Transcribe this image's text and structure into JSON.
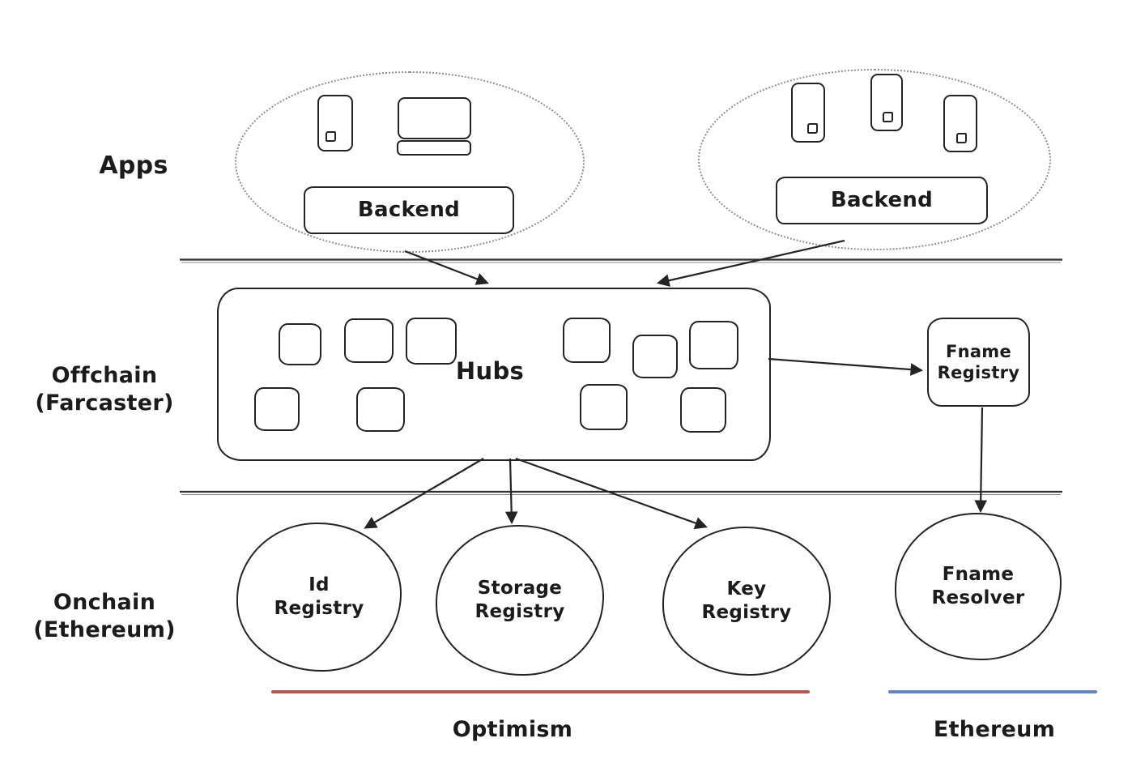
{
  "title": "Farcaster architecture diagram",
  "layers": {
    "apps": {
      "label": "Apps"
    },
    "offchain": {
      "line1": "Offchain",
      "line2": "(Farcaster)"
    },
    "onchain": {
      "line1": "Onchain",
      "line2": "(Ethereum)"
    }
  },
  "apps_section": {
    "left_group": {
      "backend_label": "Backend",
      "devices": [
        "phone-icon",
        "monitor-icon"
      ]
    },
    "right_group": {
      "backend_label": "Backend",
      "devices": [
        "phone-icon",
        "phone-icon",
        "phone-icon"
      ]
    }
  },
  "offchain_section": {
    "hubs": {
      "label": "Hubs",
      "node_count": 10
    },
    "fname_registry": {
      "line1": "Fname",
      "line2": "Registry"
    }
  },
  "onchain_section": {
    "contracts": [
      {
        "line1": "Id",
        "line2": "Registry"
      },
      {
        "line1": "Storage",
        "line2": "Registry"
      },
      {
        "line1": "Key",
        "line2": "Registry"
      },
      {
        "line1": "Fname",
        "line2": "Resolver"
      }
    ]
  },
  "chains": [
    {
      "label": "Optimism",
      "color": "#c0524e"
    },
    {
      "label": "Ethereum",
      "color": "#6285c8"
    }
  ],
  "edges": [
    {
      "from": "backend-left",
      "to": "hubs"
    },
    {
      "from": "backend-right",
      "to": "hubs"
    },
    {
      "from": "hubs",
      "to": "id-registry"
    },
    {
      "from": "hubs",
      "to": "storage-registry"
    },
    {
      "from": "hubs",
      "to": "key-registry"
    },
    {
      "from": "hubs",
      "to": "fname-registry"
    },
    {
      "from": "fname-registry",
      "to": "fname-resolver"
    }
  ],
  "colors": {
    "ink": "#242424",
    "separator": "#3c3c3c"
  }
}
